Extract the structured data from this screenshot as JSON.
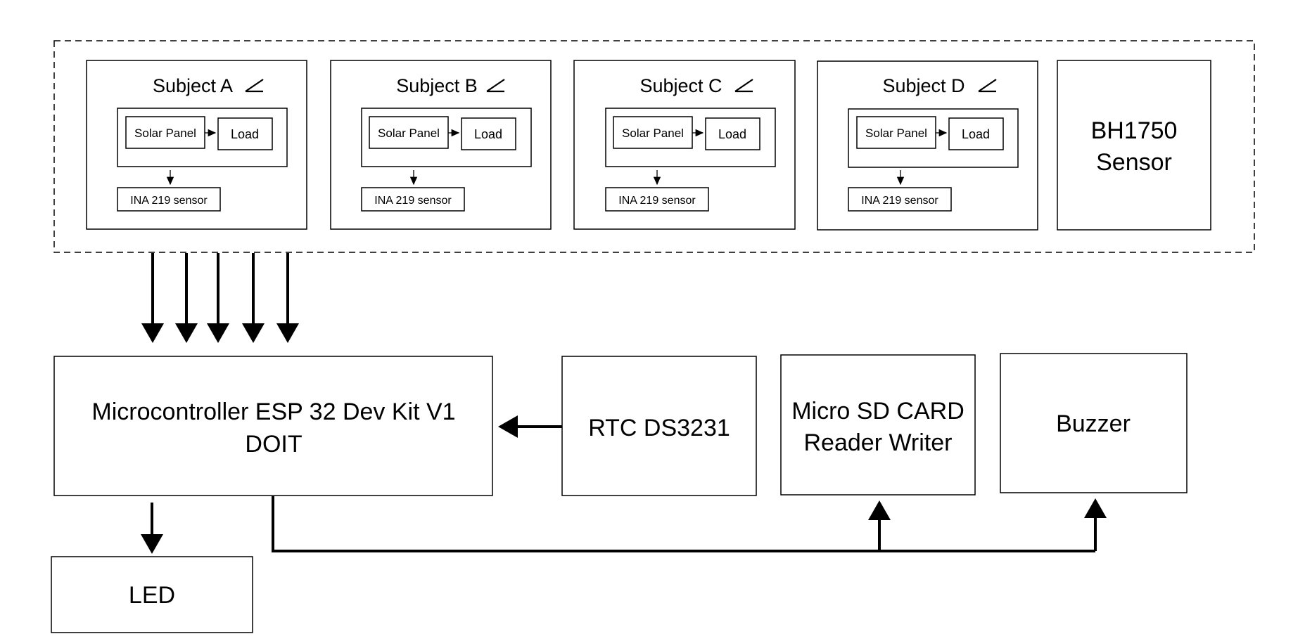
{
  "subjects": [
    {
      "title": "Subject A",
      "panel": "Solar Panel",
      "load": "Load",
      "sensor": "INA 219 sensor",
      "angle_icon": "angle-icon"
    },
    {
      "title": "Subject B",
      "panel": "Solar Panel",
      "load": "Load",
      "sensor": "INA 219 sensor",
      "angle_icon": "angle-icon"
    },
    {
      "title": "Subject C",
      "panel": "Solar Panel",
      "load": "Load",
      "sensor": "INA 219 sensor",
      "angle_icon": "angle-icon"
    },
    {
      "title": "Subject D",
      "panel": "Solar Panel",
      "load": "Load",
      "sensor": "INA 219 sensor",
      "angle_icon": "angle-icon"
    }
  ],
  "light_sensor": {
    "line1": "BH1750",
    "line2": "Sensor"
  },
  "microcontroller": {
    "line1": "Microcontroller ESP 32 Dev Kit V1",
    "line2": "DOIT"
  },
  "rtc": {
    "label": "RTC DS3231"
  },
  "sd_card": {
    "line1": "Micro SD CARD",
    "line2": "Reader Writer"
  },
  "buzzer": {
    "label": "Buzzer"
  },
  "led": {
    "label": "LED"
  },
  "colors": {
    "line": "#000000",
    "background": "#ffffff"
  }
}
